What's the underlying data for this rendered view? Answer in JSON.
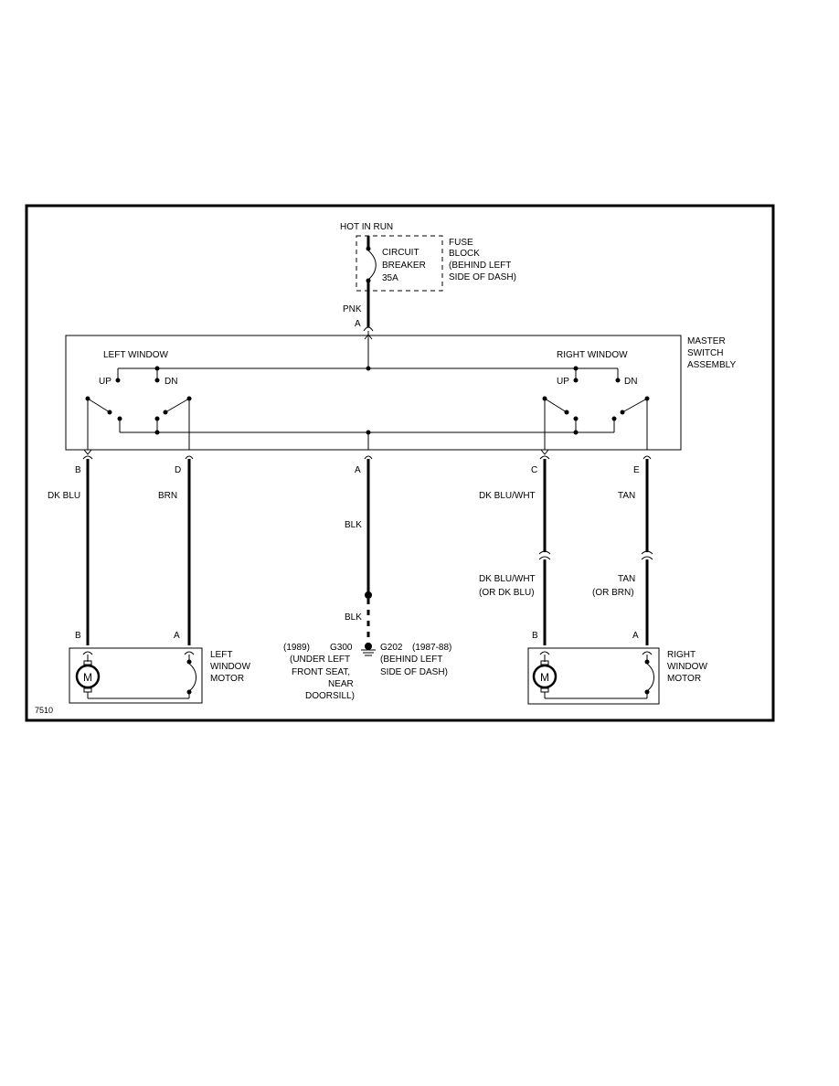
{
  "power": {
    "hot_in_run": "HOT IN RUN",
    "breaker_line1": "CIRCUIT",
    "breaker_line2": "BREAKER",
    "breaker_rating": "35A",
    "fuse_block_line1": "FUSE",
    "fuse_block_line2": "BLOCK",
    "fuse_block_line3": "(BEHIND LEFT",
    "fuse_block_line4": "SIDE OF DASH)",
    "feed_wire": "PNK",
    "feed_pin": "A"
  },
  "master_switch": {
    "label_line1": "MASTER",
    "label_line2": "SWITCH",
    "label_line3": "ASSEMBLY",
    "left_window": "LEFT WINDOW",
    "right_window": "RIGHT WINDOW",
    "left_up": "UP",
    "left_dn": "DN",
    "right_up": "UP",
    "right_dn": "DN"
  },
  "circuits": {
    "left_b": {
      "pin": "B",
      "wire": "DK BLU",
      "motor_pin": "B"
    },
    "left_d": {
      "pin": "D",
      "wire": "BRN",
      "motor_pin": "A"
    },
    "ground": {
      "pin": "A",
      "wire_upper": "BLK",
      "wire_lower": "BLK",
      "g300_year": "(1989)",
      "g300": "G300",
      "g300_loc1": "(UNDER LEFT",
      "g300_loc2": "FRONT SEAT,",
      "g300_loc3": "NEAR",
      "g300_loc4": "DOORSILL)",
      "g202": "G202",
      "g202_year": "(1987-88)",
      "g202_loc1": "(BEHIND LEFT",
      "g202_loc2": "SIDE OF DASH)"
    },
    "right_c": {
      "pin": "C",
      "wire": "DK BLU/WHT",
      "wire_alt1": "DK BLU/WHT",
      "wire_alt2": "(OR DK BLU)",
      "motor_pin": "B"
    },
    "right_e": {
      "pin": "E",
      "wire": "TAN",
      "wire_alt1": "TAN",
      "wire_alt2": "(OR BRN)",
      "motor_pin": "A"
    }
  },
  "motors": {
    "left_line1": "LEFT",
    "left_line2": "WINDOW",
    "left_line3": "MOTOR",
    "right_line1": "RIGHT",
    "right_line2": "WINDOW",
    "right_line3": "MOTOR",
    "symbol": "M"
  },
  "figure_number": "7510"
}
